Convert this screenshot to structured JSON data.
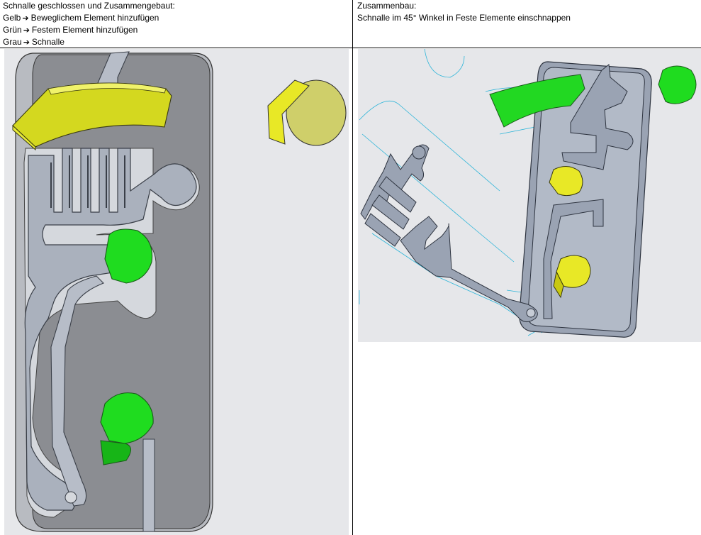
{
  "left_cell": {
    "heading": "Schnalle geschlossen und Zusammengebaut:",
    "legend": [
      {
        "label": "Gelb",
        "arrow": "➔",
        "text": "Beweglichem Element hinzufügen"
      },
      {
        "label": "Grün",
        "arrow": "➔",
        "text": "Festem Element hinzufügen"
      },
      {
        "label": "Grau",
        "arrow": "➔",
        "text": "Schnalle"
      }
    ]
  },
  "right_cell": {
    "heading": "Zusammenbau:",
    "description": "Schnalle im 45° Winkel in Feste Elemente einschnappen"
  },
  "colors": {
    "yellow": "#e8e826",
    "green": "#1fdc1f",
    "gray_plate": "#8b8d92",
    "buckle": "#a9b0bd",
    "background": "#e6e7ea",
    "wireframe": "#2ab4d8"
  }
}
